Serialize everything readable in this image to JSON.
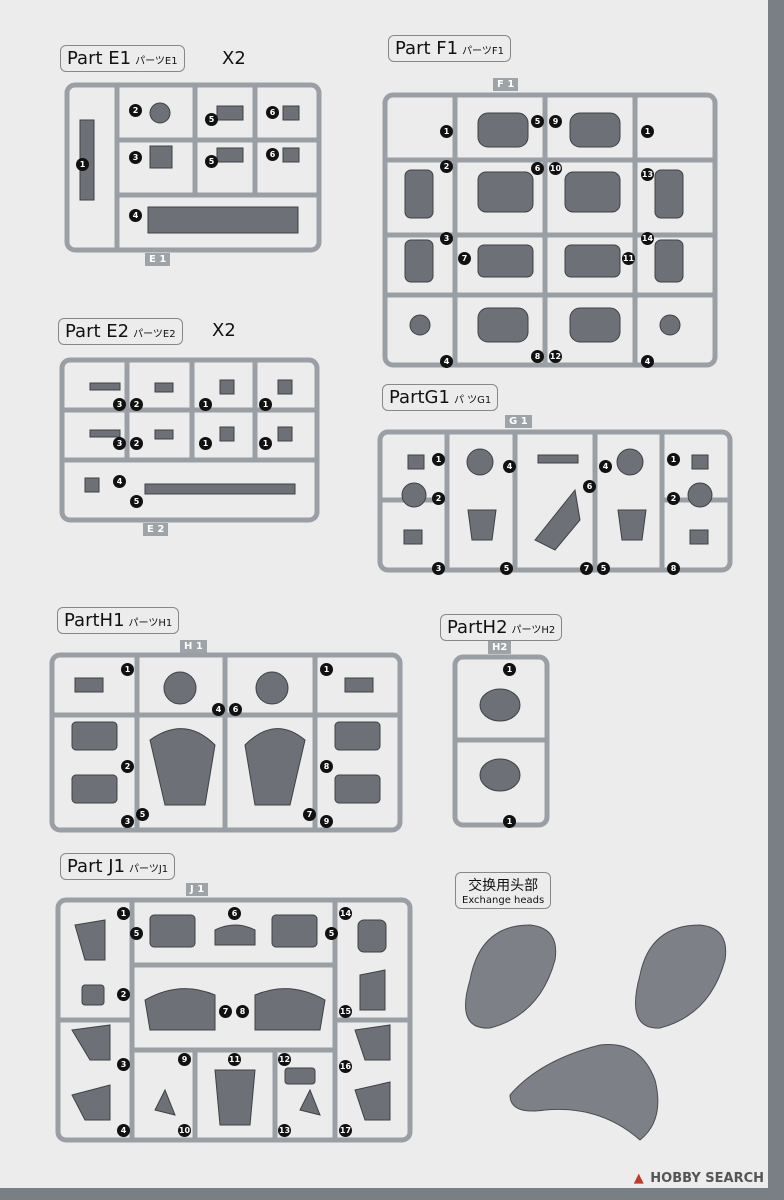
{
  "parts": {
    "e1": {
      "title": "Part E1",
      "sub": "パーツE1",
      "mult": "X2",
      "tag": "E 1"
    },
    "f1": {
      "title": "Part F1",
      "sub": "パーツF1",
      "tag": "F 1"
    },
    "e2": {
      "title": "Part E2",
      "sub": "パーツE2",
      "mult": "X2",
      "tag": "E 2"
    },
    "g1": {
      "title": "PartG1",
      "sub": "パ ツG1",
      "tag": "G 1"
    },
    "h1": {
      "title": "PartH1",
      "sub": "パーツH1",
      "tag": "H 1"
    },
    "h2": {
      "title": "PartH2",
      "sub": "パーツH2",
      "tag": "H2"
    },
    "j1": {
      "title": "Part J1",
      "sub": "パーツJ1",
      "tag": "J 1"
    }
  },
  "heads": {
    "title_cn": "交换用头部",
    "title_en": "Exchange heads"
  },
  "watermark": "HOBBY SEARCH",
  "colors": {
    "runner": "#9a9fa5",
    "part": "#6d7177",
    "part_dark": "#4e5257",
    "background": "#ececec"
  }
}
